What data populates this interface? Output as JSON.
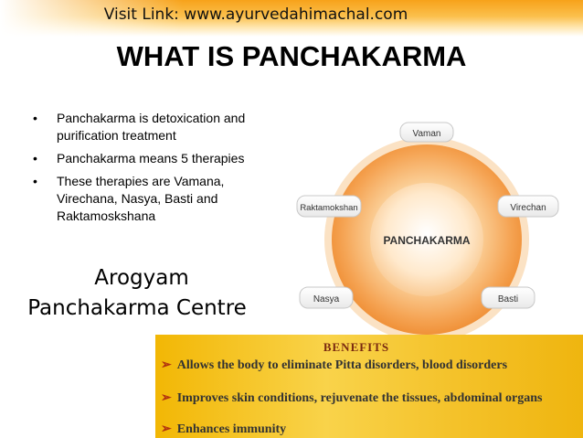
{
  "header": {
    "visit_link": "Visit Link: www.ayurvedahimachal.com"
  },
  "slide": {
    "title": "WHAT IS PANCHAKARMA",
    "bullets": [
      "Panchakarma is detoxication and purification treatment",
      "Panchakarma means 5 therapies",
      "These therapies are Vamana, Virechana, Nasya, Basti and Raktamoskshana"
    ],
    "centre_name_line1": "Arogyam",
    "centre_name_line2": "Panchakarma Centre"
  },
  "diagram": {
    "center_label": "PANCHAKARMA",
    "therapies": [
      "Vaman",
      "Virechan",
      "Basti",
      "Nasya",
      "Raktamokshan"
    ],
    "colors": {
      "outer": "#f39a3a",
      "inner": "#fde2b8",
      "pill": "#ffffff",
      "pill_border": "#c8c8c8"
    }
  },
  "benefits": {
    "heading": "BENEFITS",
    "items": [
      "Allows the body to eliminate Pitta disorders, blood disorders",
      "Improves skin conditions, rejuvenate the tissues, abdominal organs",
      "Enhances immunity"
    ],
    "colors": {
      "background": "#f4c22a",
      "arrow": "#b03010"
    }
  }
}
